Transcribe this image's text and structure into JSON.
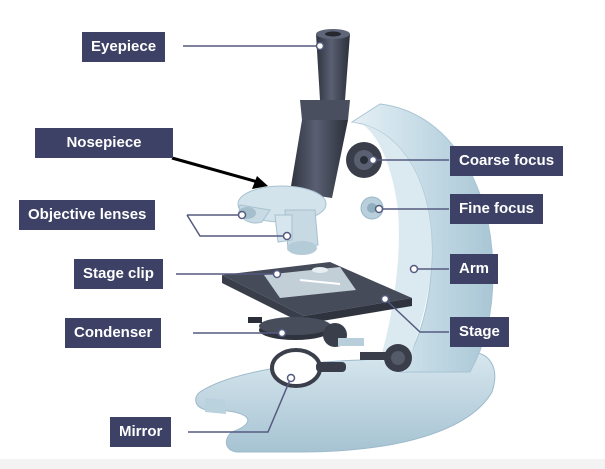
{
  "diagram": {
    "labels": {
      "eyepiece": "Eyepiece",
      "nosepiece": "Nosepiece",
      "objective_lenses": "Objective lenses",
      "stage_clip": "Stage clip",
      "condenser": "Condenser",
      "mirror": "Mirror",
      "coarse_focus": "Coarse focus",
      "fine_focus": "Fine focus",
      "arm": "Arm",
      "stage": "Stage"
    },
    "colors": {
      "label_bg": "#3d4166",
      "label_text": "#ffffff",
      "leader_line": "#555a80",
      "tube_dark": "#3c4150",
      "body_light": "#cfe1ea",
      "body_mid": "#aecad8",
      "stage_dark": "#3b3f4c"
    }
  }
}
